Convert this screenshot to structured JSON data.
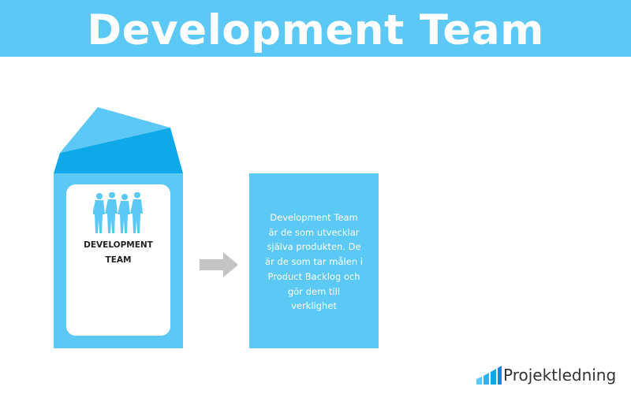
{
  "header": {
    "title": "Development Team"
  },
  "card": {
    "label_line1": "DEVELOPMENT",
    "label_line2": "TEAM",
    "icon": "people-group-icon"
  },
  "arrow": {
    "icon": "right-arrow-icon"
  },
  "description": {
    "lines": [
      "Development Team",
      "är de som utvecklar",
      "själva produkten. De",
      "är de som tar målen i",
      "Product Backlog och",
      "gör dem till",
      "verklighet"
    ]
  },
  "logo": {
    "text": "Projektledning",
    "icon": "bar-chart-logo-icon"
  },
  "colors": {
    "accent": "#5bc8f5",
    "accent_dark": "#0fa8e8",
    "text_dark": "#222222",
    "arrow_gray": "#c4c4c4"
  }
}
